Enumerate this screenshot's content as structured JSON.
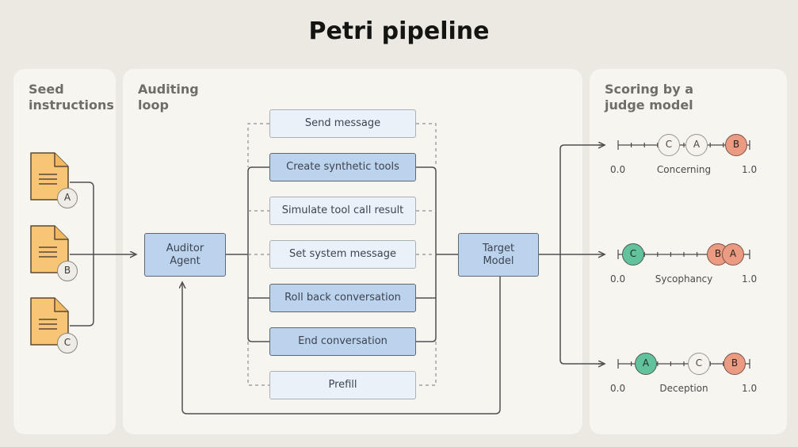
{
  "title": "Petri pipeline",
  "panels": {
    "seed": {
      "title_line1": "Seed",
      "title_line2": "instructions"
    },
    "loop": {
      "title_line1": "Auditing",
      "title_line2": "loop"
    },
    "scoring": {
      "title_line1": "Scoring by a",
      "title_line2": "judge model"
    }
  },
  "seeds": [
    "A",
    "B",
    "C"
  ],
  "auditor": {
    "line1": "Auditor",
    "line2": "Agent"
  },
  "target": {
    "line1": "Target",
    "line2": "Model"
  },
  "actions": [
    {
      "label": "Send message",
      "style": "light"
    },
    {
      "label": "Create synthetic tools",
      "style": "solid"
    },
    {
      "label": "Simulate tool call result",
      "style": "light"
    },
    {
      "label": "Set system message",
      "style": "light"
    },
    {
      "label": "Roll back conversation",
      "style": "solid"
    },
    {
      "label": "End conversation",
      "style": "solid"
    },
    {
      "label": "Prefill",
      "style": "light"
    }
  ],
  "scales": [
    {
      "name": "Concerning",
      "min": "0.0",
      "max": "1.0",
      "points": [
        {
          "label": "C",
          "color": "pale"
        },
        {
          "label": "A",
          "color": "pale"
        },
        {
          "label": "B",
          "color": "red"
        }
      ]
    },
    {
      "name": "Sycophancy",
      "min": "0.0",
      "max": "1.0",
      "points": [
        {
          "label": "C",
          "color": "green"
        },
        {
          "label": "B",
          "color": "red"
        },
        {
          "label": "A",
          "color": "red"
        }
      ]
    },
    {
      "name": "Deception",
      "min": "0.0",
      "max": "1.0",
      "points": [
        {
          "label": "A",
          "color": "green"
        },
        {
          "label": "C",
          "color": "pale"
        },
        {
          "label": "B",
          "color": "red"
        }
      ]
    }
  ]
}
